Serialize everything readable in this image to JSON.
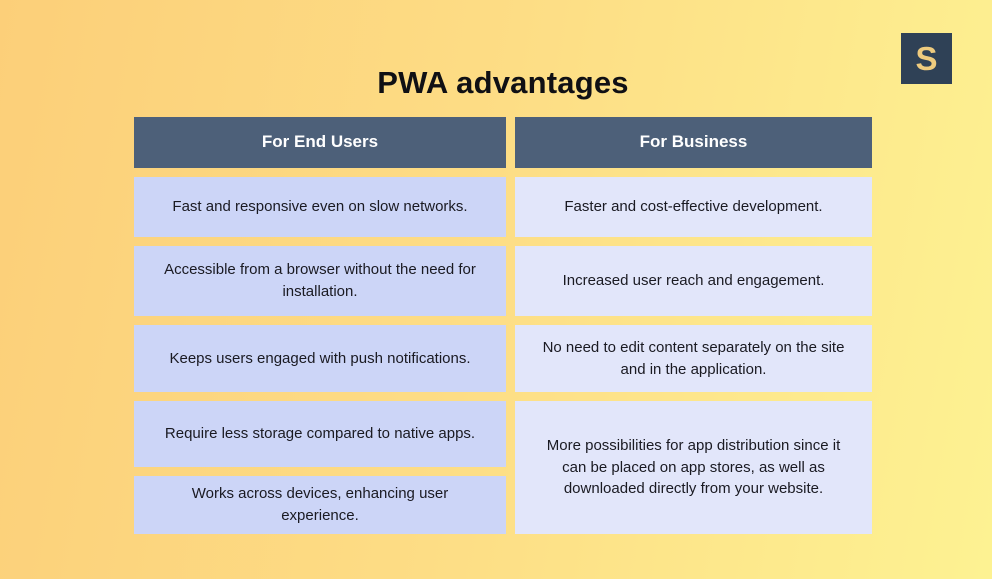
{
  "title": "PWA advantages",
  "logo": {
    "letter": "S"
  },
  "colors": {
    "background_gradient_start": "#fccf79",
    "background_gradient_end": "#fdf292",
    "header_cell": "#4d6079",
    "header_text": "#ffffff",
    "end_users_cell": "#ccd5f7",
    "business_cell": "#e2e6fa",
    "body_text": "#1a1a22",
    "logo_background": "#2f4156",
    "logo_letter": "#eecb7e"
  },
  "table": {
    "columns": [
      {
        "header": "For End Users",
        "cells": [
          "Fast and responsive even on slow networks.",
          "Accessible from a browser without the need for installation.",
          "Keeps users engaged with push notifications.",
          "Require less storage compared to native apps.",
          "Works across devices, enhancing user experience."
        ]
      },
      {
        "header": "For Business",
        "cells": [
          "Faster and cost-effective development.",
          "Increased user reach and engagement.",
          "No need to edit content separately on the site and in the application.",
          "More possibilities for app distribution since it can be placed on app stores, as well as downloaded directly from your website."
        ]
      }
    ]
  }
}
